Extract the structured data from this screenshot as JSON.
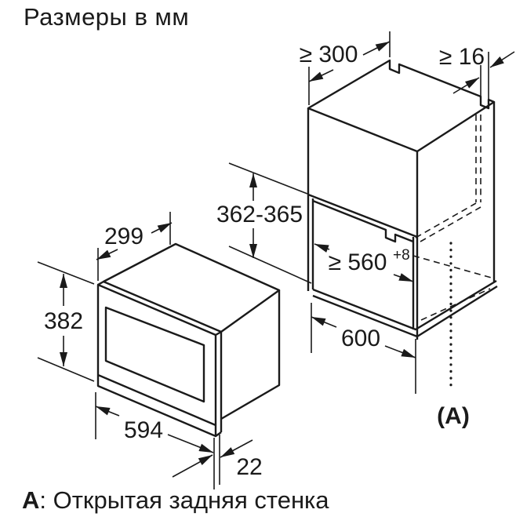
{
  "title": "Размеры в мм",
  "note": {
    "prefix": "A",
    "text": ": Открытая задняя стенка"
  },
  "dimensions": {
    "clearance_above": "≥ 300",
    "side_wall_thickness": "≥ 16",
    "niche_height": "362-365",
    "appliance_depth": "299",
    "niche_width": "≥ 560",
    "niche_width_tolerance": "+8",
    "appliance_height": "382",
    "cabinet_width": "600",
    "appliance_width": "594",
    "frame_clearance": "22",
    "rear_wall_label": "(A)"
  },
  "colors": {
    "line": "#1a1a1a",
    "background": "#ffffff"
  }
}
